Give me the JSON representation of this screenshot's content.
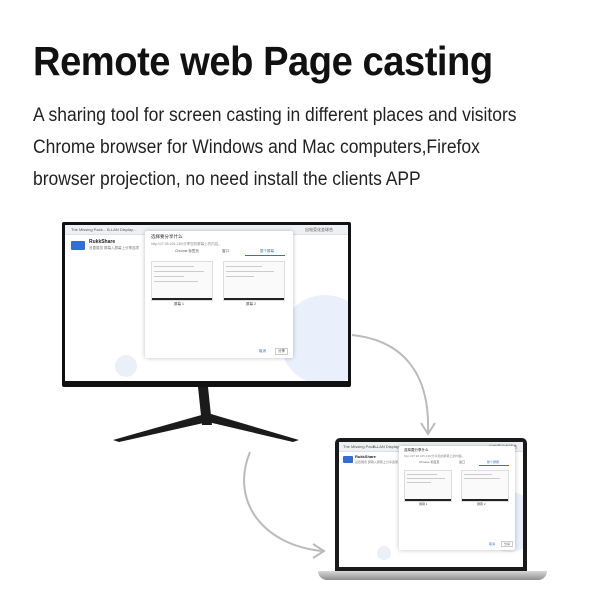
{
  "headline": "Remote web Page casting",
  "description": {
    "line1": "A sharing tool for screen casting in different places and visitors",
    "line2": "Chrome browser for Windows and Mac computers,Firefox",
    "line3": "browser projection, no need install the clients APP"
  },
  "screen_ui": {
    "tabs": [
      "The Missing Pack...",
      "B-LAN Display...",
      "出电竞化金球合"
    ],
    "app_name": "RukkShare",
    "app_subtitle": "设置展览 屏幕入屏幕上分享选项",
    "dialog_title": "选择要分享什么",
    "dialog_subtitle": "http://47.98.105.136/分享您的屏幕上的内容。",
    "dialog_tabs": [
      "Chrome 标签页",
      "窗口",
      "整个屏幕"
    ],
    "active_dialog_tab": "整个屏幕",
    "thumbnail_captions": [
      "屏幕 1",
      "屏幕 2"
    ],
    "cancel_label": "取消",
    "share_label": "分享"
  },
  "colors": {
    "accent": "#2f6fd6",
    "monitor_bezel": "#111111",
    "arrow": "#bbbbbb"
  }
}
